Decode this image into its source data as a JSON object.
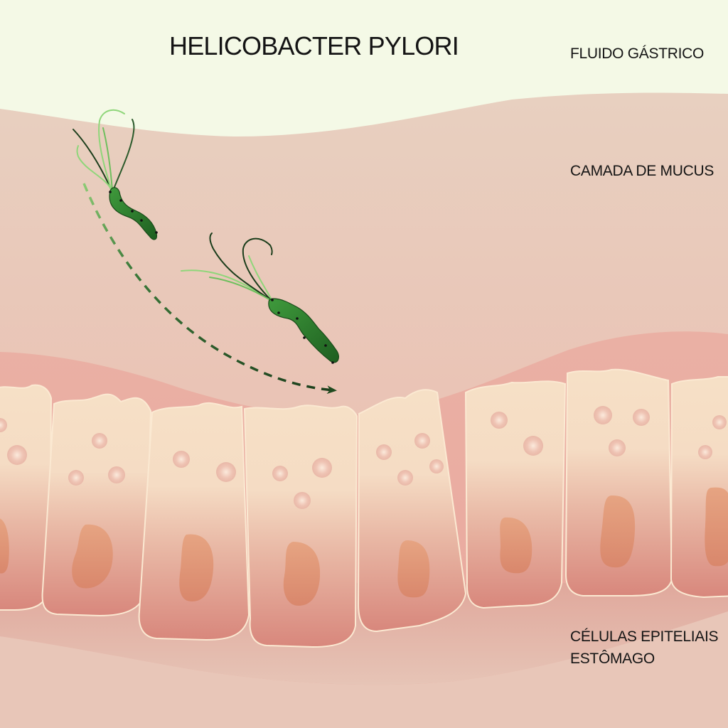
{
  "diagram": {
    "title": "HELICOBACTER PYLORI",
    "labels": {
      "gastric_fluid": "FLUIDO GÁSTRICO",
      "mucus_layer": "CAMADA DE MUCUS",
      "epithelial_cells_line1": "CÉLULAS EPITELIAIS",
      "epithelial_cells_line2": "ESTÔMAGO"
    },
    "layers": [
      {
        "name": "gastric-fluid",
        "color": "#f4f9e6"
      },
      {
        "name": "mucus-layer",
        "color": "#e8cfc0"
      },
      {
        "name": "deep-mucus",
        "color": "#ebb5a9"
      },
      {
        "name": "epithelial-cells",
        "color": "#f6dfc6"
      },
      {
        "name": "submucosa",
        "color": "#e6c2b4"
      }
    ],
    "elements": {
      "bacteria_count": 2,
      "bacterium_color": "#2e7d32",
      "flagella_colors": [
        "#8fd67a",
        "#1b3d1b"
      ],
      "path_arrow_color": "#1e4a1e",
      "path_arrow_start_color": "#7fc36a",
      "cell_count_visible": 8,
      "nucleus_color": "#df9070",
      "cell_outline_color": "#fbe8cf"
    }
  }
}
